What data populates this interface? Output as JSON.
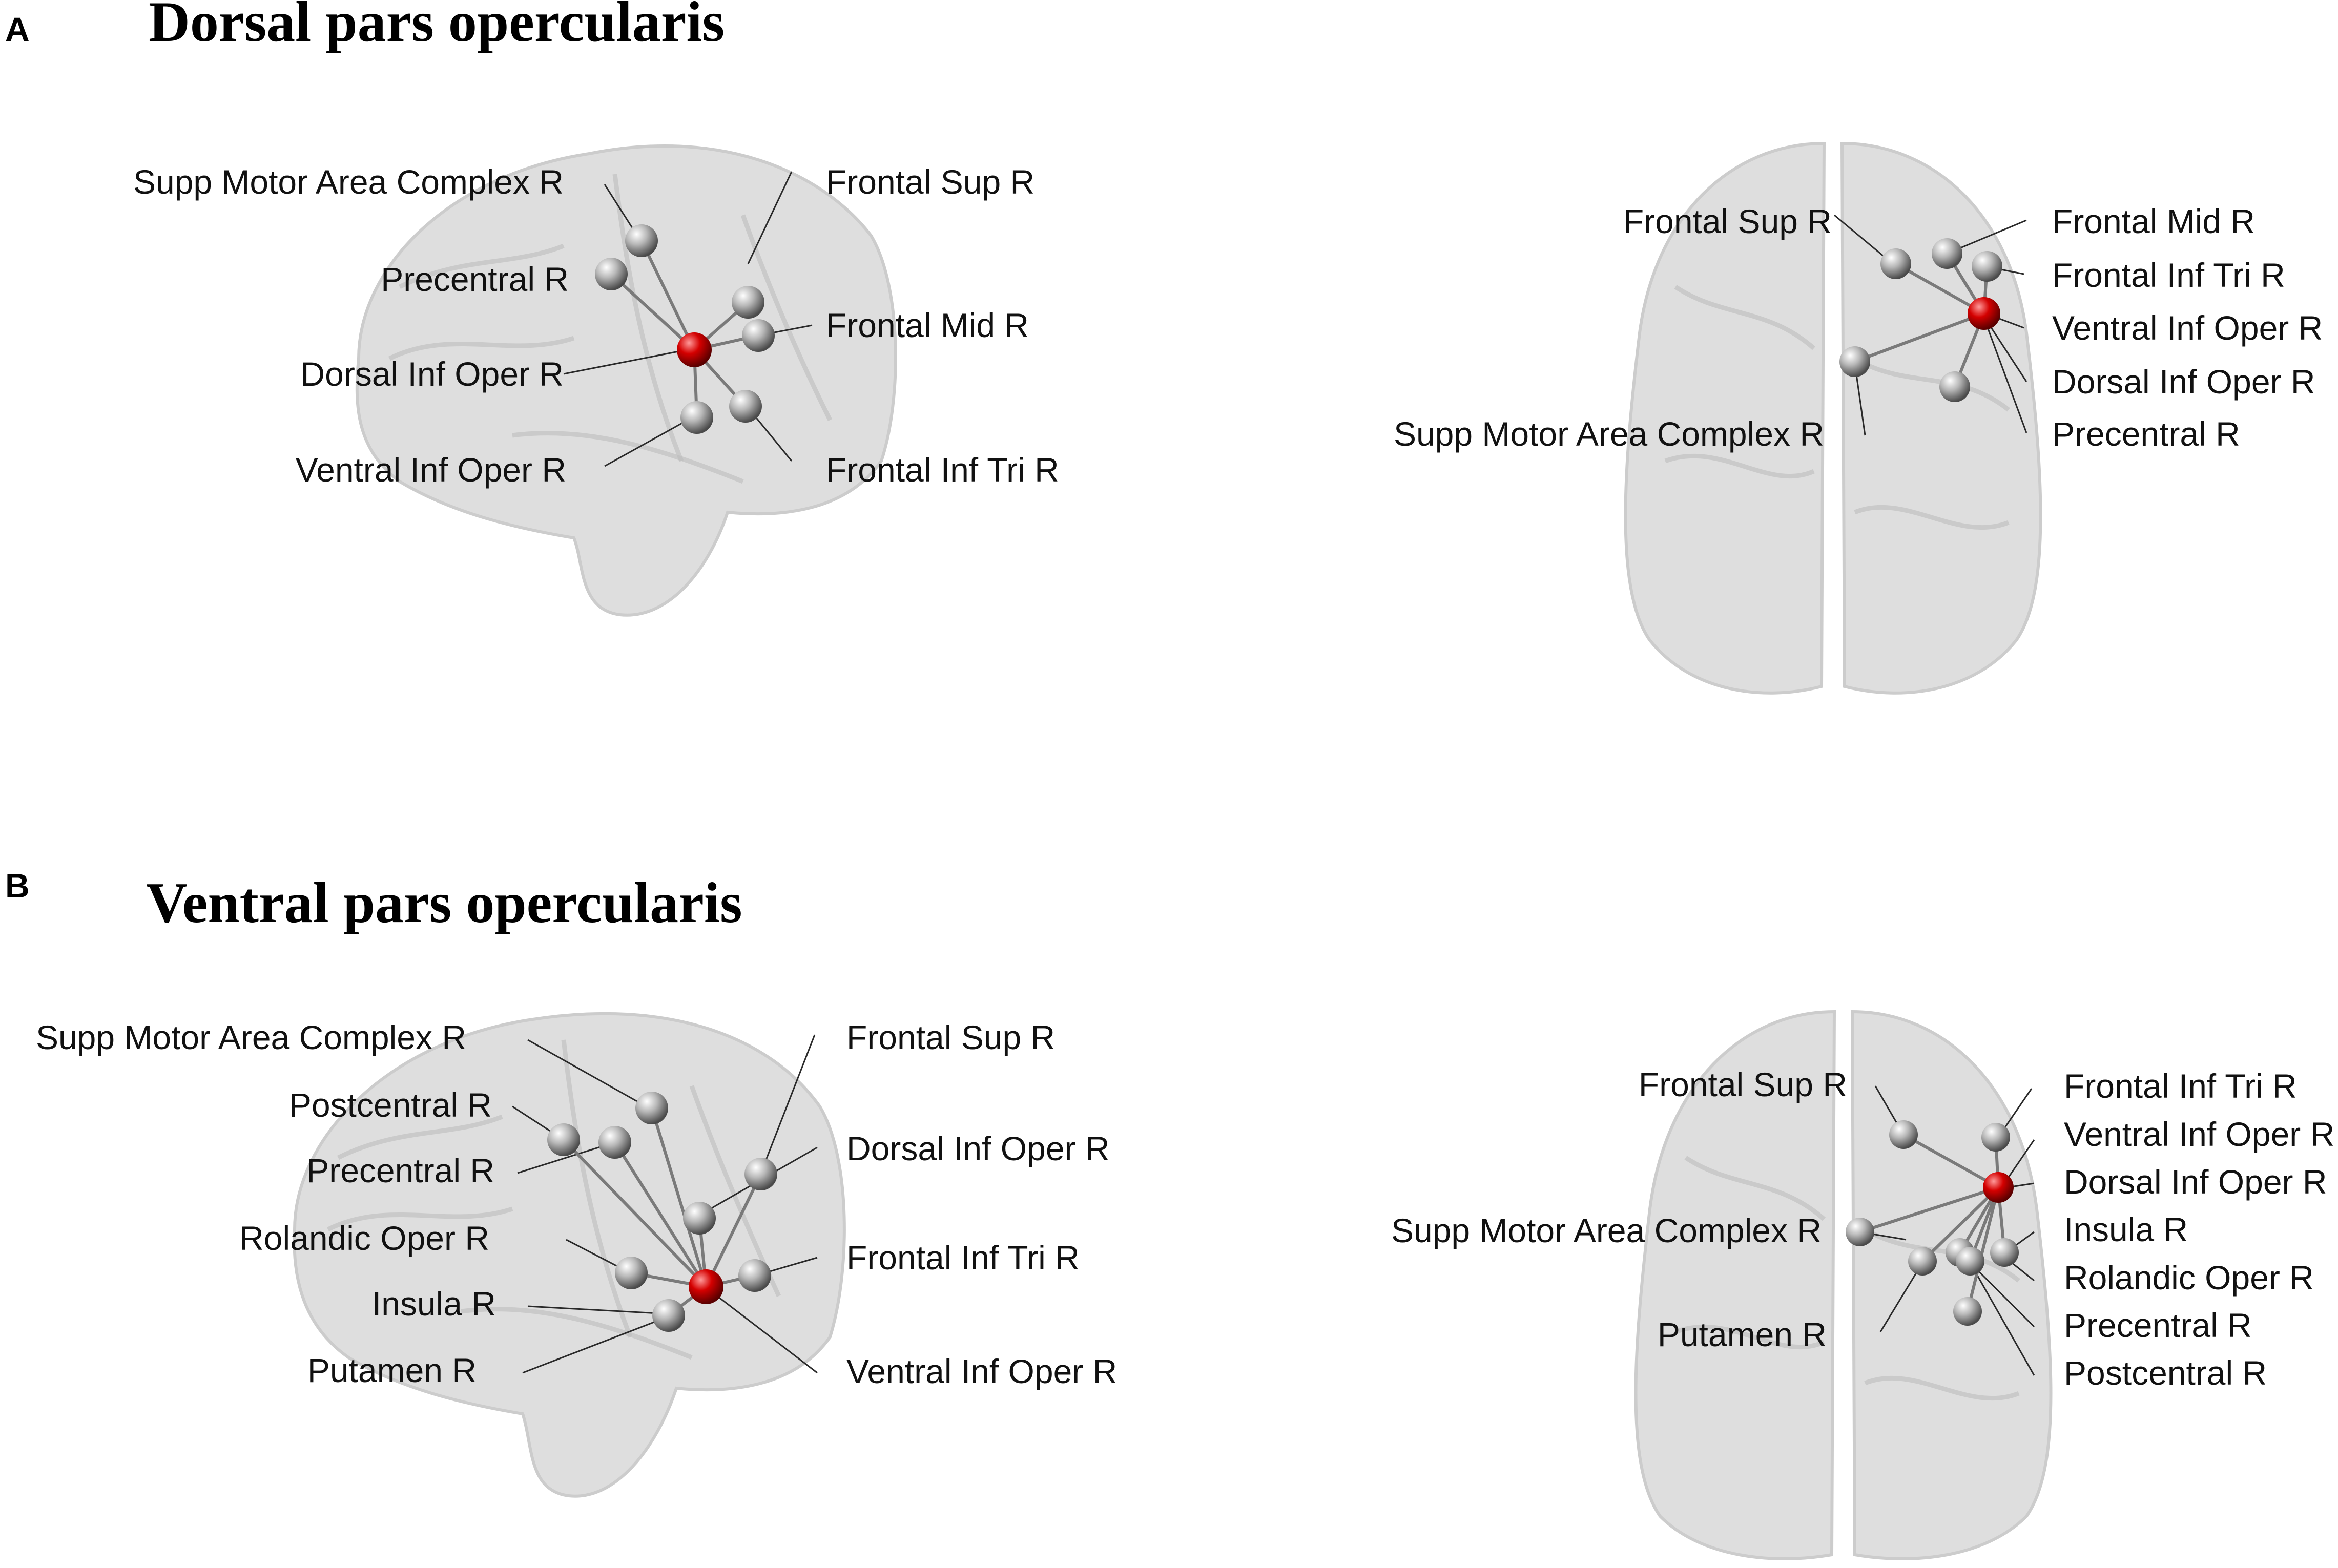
{
  "panel_a": {
    "letter": "A",
    "title": "Dorsal pars opercularis",
    "lateral_labels": {
      "supp_motor": "Supp Motor Area Complex R",
      "precentral": "Precentral R",
      "dorsal_inf_oper": "Dorsal Inf Oper R",
      "ventral_inf_oper": "Ventral Inf Oper R",
      "frontal_sup": "Frontal Sup R",
      "frontal_mid": "Frontal Mid R",
      "frontal_inf_tri": "Frontal Inf Tri R"
    },
    "dorsal_labels": {
      "frontal_sup": "Frontal Sup R",
      "supp_motor": "Supp Motor Area Complex R",
      "frontal_mid": "Frontal Mid R",
      "frontal_inf_tri": "Frontal Inf Tri R",
      "ventral_inf_oper": "Ventral Inf Oper R",
      "dorsal_inf_oper": "Dorsal Inf Oper R",
      "precentral": "Precentral R"
    }
  },
  "panel_b": {
    "letter": "B",
    "title": "Ventral pars opercularis",
    "lateral_labels": {
      "supp_motor": "Supp Motor Area Complex R",
      "postcentral": "Postcentral R",
      "precentral": "Precentral R",
      "rolandic_oper": "Rolandic Oper R",
      "insula": "Insula R",
      "putamen": "Putamen R",
      "frontal_sup": "Frontal Sup R",
      "dorsal_inf_oper": "Dorsal Inf Oper R",
      "frontal_inf_tri": "Frontal Inf Tri R",
      "ventral_inf_oper": "Ventral Inf Oper R"
    },
    "dorsal_labels": {
      "frontal_sup": "Frontal Sup R",
      "supp_motor": "Supp Motor Area Complex R",
      "putamen": "Putamen R",
      "frontal_inf_tri": "Frontal Inf Tri R",
      "ventral_inf_oper": "Ventral Inf Oper R",
      "dorsal_inf_oper": "Dorsal Inf Oper R",
      "insula": "Insula R",
      "rolandic_oper": "Rolandic Oper R",
      "precentral": "Precentral R",
      "postcentral": "Postcentral R"
    }
  },
  "colors": {
    "seed_node": "#cc0000",
    "region_node": "#9a9a9a",
    "brain_surface": "#d9d9d9"
  }
}
